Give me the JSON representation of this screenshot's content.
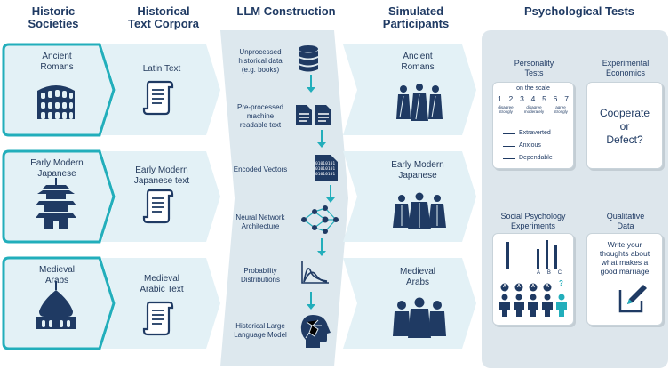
{
  "headers": {
    "societies": "Historic\nSocieties",
    "corpora": "Historical\nText Corpora",
    "llm": "LLM Construction",
    "participants": "Simulated\nParticipants",
    "tests": "Psychological Tests"
  },
  "rows": [
    {
      "society": "Ancient\nRomans",
      "corpus": "Latin Text",
      "participant": "Ancient\nRomans"
    },
    {
      "society": "Early Modern\nJapanese",
      "corpus": "Early Modern\nJapanese text",
      "participant": "Early Modern\nJapanese"
    },
    {
      "society": "Medieval\nArabs",
      "corpus": "Medieval\nArabic Text",
      "participant": "Medieval\nArabs"
    }
  ],
  "llm_steps": [
    "Unprocessed\nhistorical data\n(e.g. books)",
    "Pre-processed\nmachine\nreadable text",
    "Encoded Vectors",
    "Neural Network\nArchitecture",
    "Probability\nDistributions",
    "Historical Large\nLanguage Model"
  ],
  "binary_text": "01010101\n01010101\n01010101",
  "tests": {
    "personality": {
      "title": "Personality\nTests",
      "scale_label": "on the scale",
      "numbers": [
        "1",
        "2",
        "3",
        "4",
        "5",
        "6",
        "7"
      ],
      "anchors": [
        "disagree\nstrongly",
        "disagree\nmoderately",
        "agree\nstrongly"
      ],
      "items": [
        "Extraverted",
        "Anxious",
        "Dependable"
      ]
    },
    "economics": {
      "title": "Experimental\nEconomics",
      "question": "Cooperate\nor\nDefect?"
    },
    "social": {
      "title": "Social Psychology\nExperiments",
      "bar_letters": [
        "A",
        "B",
        "C"
      ],
      "person_letters": [
        "A",
        "A",
        "A",
        "A",
        "?"
      ]
    },
    "qualitative": {
      "title": "Qualitative\nData",
      "prompt": "Write your\nthoughts about\nwhat makes a\ngood marriage"
    }
  },
  "colors": {
    "teal": "#22aebb",
    "navy": "#1f3a63",
    "panel": "#e3f1f6",
    "llm_bg": "#dde8ee"
  }
}
